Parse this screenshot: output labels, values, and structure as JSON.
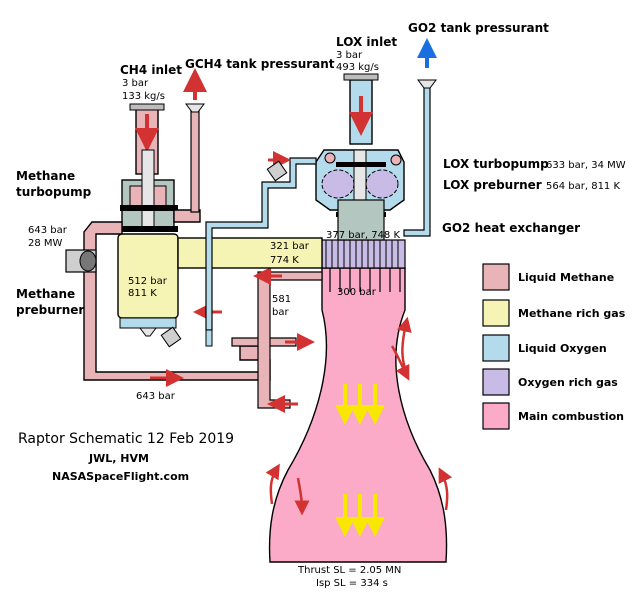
{
  "title": "Raptor Schematic 12 Feb 2019",
  "credits": [
    "JWL, HVM",
    "NASASpaceFlight.com"
  ],
  "labels": {
    "ch4_inlet": "CH4 inlet",
    "ch4_inlet_pressure": "3 bar",
    "ch4_inlet_flow": "133 kg/s",
    "gch4_pressurant": "GCH4 tank pressurant",
    "lox_inlet": "LOX inlet",
    "lox_inlet_pressure": "3 bar",
    "lox_inlet_flow": "493 kg/s",
    "go2_pressurant": "GO2 tank pressurant",
    "methane_turbopump_line1": "Methane",
    "methane_turbopump_line2": "turbopump",
    "methane_turbopump_pressure": "643 bar",
    "methane_turbopump_power": "28 MW",
    "methane_preburner_line1": "Methane",
    "methane_preburner_line2": "preburner",
    "lox_turbopump": "LOX turbopump",
    "lox_turbopump_stats": "633 bar, 34 MW",
    "lox_preburner": "LOX preburner",
    "lox_preburner_stats": "564 bar, 811 K",
    "go2_heat_exchanger": "GO2 heat exchanger",
    "rich_gas_duct_pressure": "321 bar",
    "rich_gas_duct_temp": "774 K",
    "oxygen_gas_stats": "377 bar, 748 K",
    "methane_preburner_pressure": "512 bar",
    "methane_preburner_temp": "811 K",
    "chamber_pressure": "300 bar",
    "cooling_line_pressure": "581",
    "cooling_line_unit": "bar",
    "bottom_line_pressure": "643 bar",
    "thrust": "Thrust SL = 2.05 MN",
    "isp": "Isp SL = 334 s"
  },
  "legend": [
    {
      "label": "Liquid Methane",
      "color": "#e8b4b8"
    },
    {
      "label": "Methane rich gas",
      "color": "#f6f4b4"
    },
    {
      "label": "Liquid Oxygen",
      "color": "#b4dbeb"
    },
    {
      "label": "Oxygen rich gas",
      "color": "#c8bce6"
    },
    {
      "label": "Main combustion",
      "color": "#fbaac8"
    }
  ],
  "colors": {
    "methane": "#e8b4b8",
    "methane_rich": "#f6f4b4",
    "oxygen": "#b4dbeb",
    "oxygen_rich": "#c8bce6",
    "combustion": "#fbaac8",
    "flow_arrow": "#d23232",
    "exhaust_arrow": "#f8e800",
    "vent_arrow": "#1a6fe0"
  }
}
